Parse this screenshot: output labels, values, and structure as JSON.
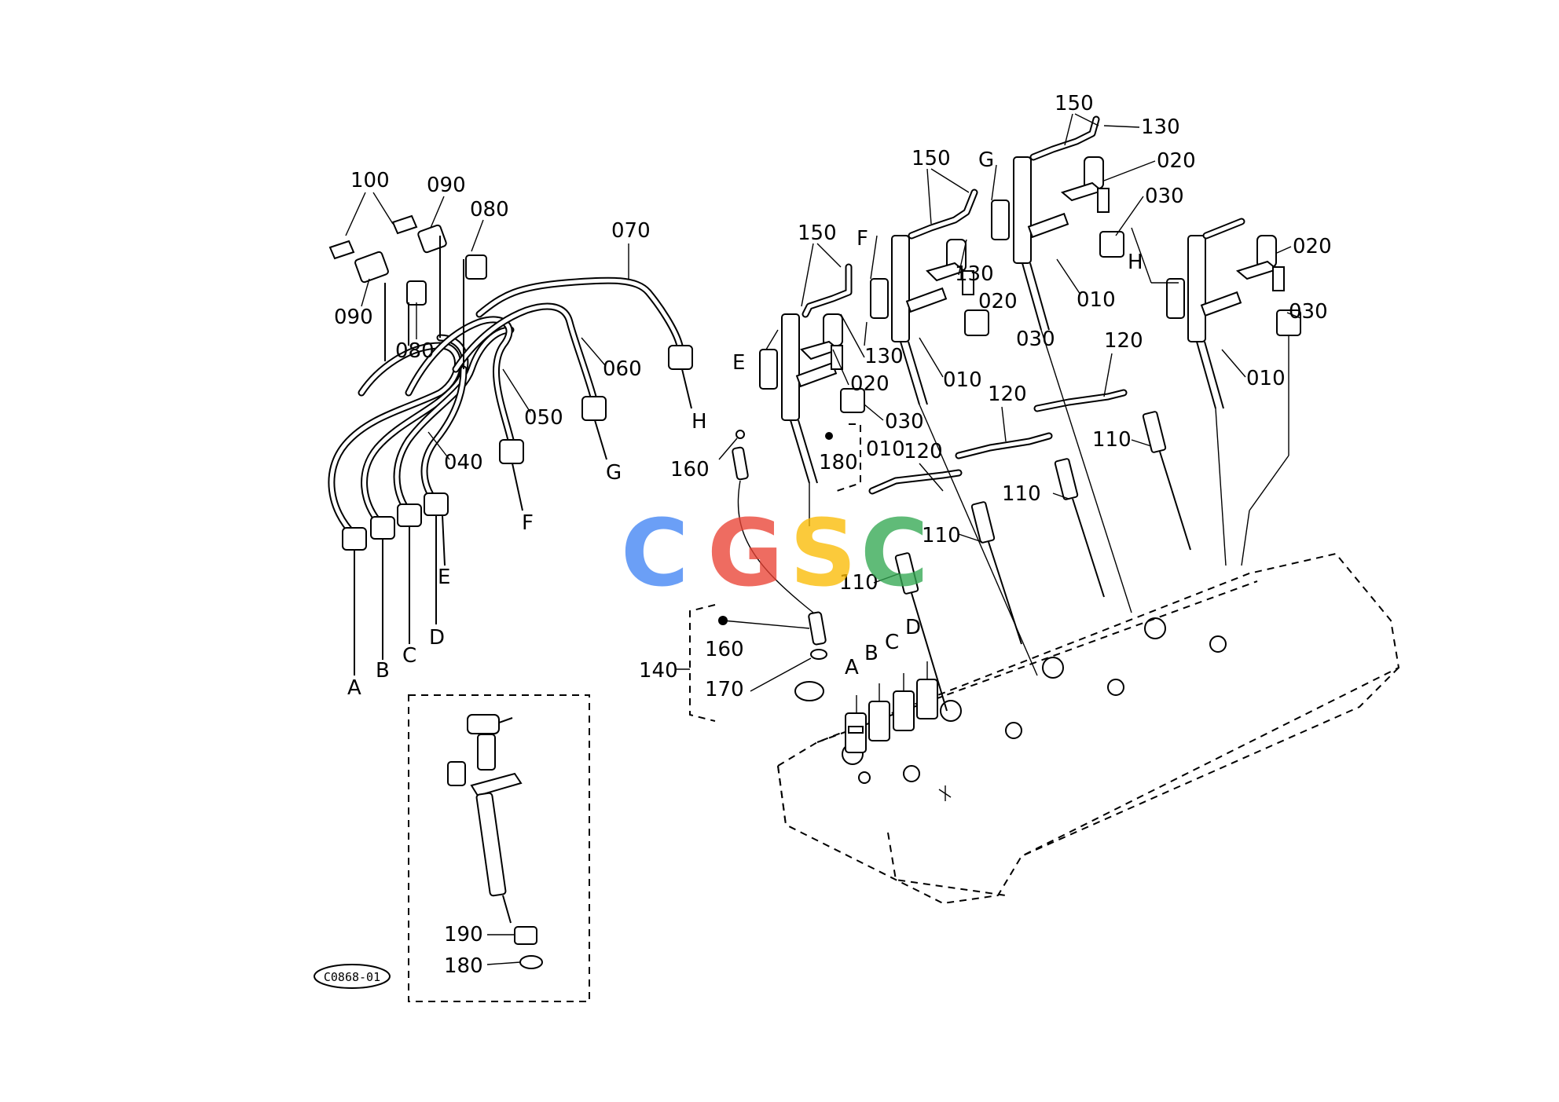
{
  "diagram_code": "C0868-01",
  "watermark": {
    "letters": [
      "C",
      "G",
      "S",
      "C"
    ],
    "colors": [
      "#4285F4",
      "#EA4335",
      "#FBBC05",
      "#34A853"
    ]
  },
  "labels": {
    "l010": "010",
    "l020": "020",
    "l030": "030",
    "l040": "040",
    "l050": "050",
    "l060": "060",
    "l070": "070",
    "l080": "080",
    "l090": "090",
    "l100": "100",
    "l110": "110",
    "l120": "120",
    "l130": "130",
    "l140": "140",
    "l150": "150",
    "l160": "160",
    "l170": "170",
    "l180": "180",
    "l190": "190",
    "A": "A",
    "B": "B",
    "C": "C",
    "D": "D",
    "E": "E",
    "F": "F",
    "G": "G",
    "H": "H"
  }
}
